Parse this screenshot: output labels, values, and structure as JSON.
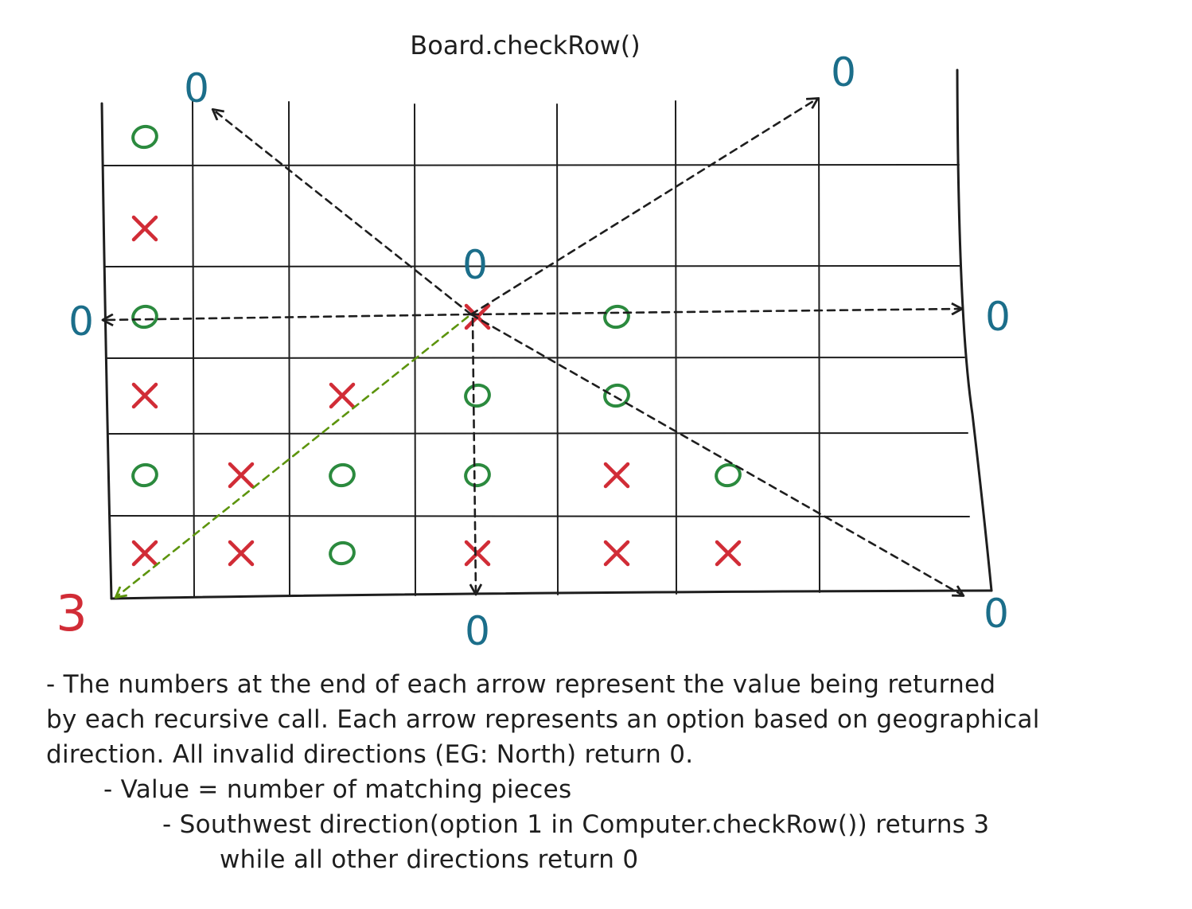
{
  "title": "Board.checkRow()",
  "colors": {
    "ink": "#1e1e1e",
    "x_piece": "#d12c36",
    "o_piece": "#2b8a3e",
    "return_value": "#1b6e8a",
    "highlight_arrow": "#5c940d",
    "nonzero_value": "#d12c36"
  },
  "board": {
    "rows": 6,
    "cols": 7,
    "cells": [
      [
        "O",
        "",
        "",
        "",
        "",
        "",
        ""
      ],
      [
        "X",
        "",
        "",
        "",
        "",
        "",
        ""
      ],
      [
        "O",
        "",
        "",
        "X",
        "O",
        "",
        ""
      ],
      [
        "X",
        "",
        "X",
        "O",
        "O",
        "",
        ""
      ],
      [
        "O",
        "X",
        "O",
        "O",
        "X",
        "O",
        ""
      ],
      [
        "X",
        "X",
        "O",
        "X",
        "X",
        "X",
        ""
      ]
    ]
  },
  "arrows": [
    {
      "direction": "North",
      "returns": "0"
    },
    {
      "direction": "Northwest",
      "returns": "0"
    },
    {
      "direction": "Northeast",
      "returns": "0"
    },
    {
      "direction": "West",
      "returns": "0"
    },
    {
      "direction": "East",
      "returns": "0"
    },
    {
      "direction": "South",
      "returns": "0"
    },
    {
      "direction": "Southeast",
      "returns": "0"
    },
    {
      "direction": "Southwest",
      "returns": "3"
    }
  ],
  "notes": {
    "line1": "- The numbers at the end of each arrow represent the value being returned",
    "line2": "by each recursive call. Each arrow represents an option based on geographical",
    "line3": "direction. All invalid directions (EG: North) return 0.",
    "line4": "- Value = number of matching pieces",
    "line5": "- Southwest direction(option 1 in Computer.checkRow()) returns 3",
    "line6": "while all other directions return 0"
  }
}
